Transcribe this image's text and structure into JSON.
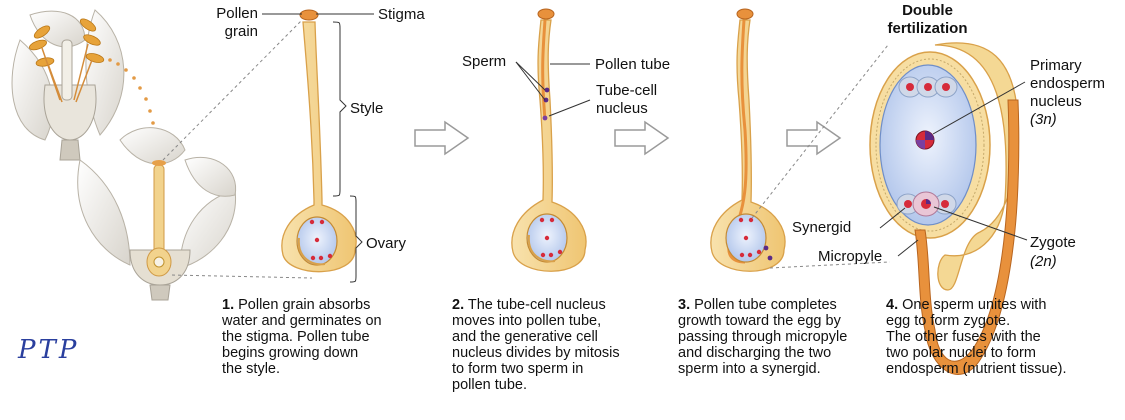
{
  "labels": {
    "pollen_grain": "Pollen\ngrain",
    "stigma": "Stigma",
    "style": "Style",
    "ovary": "Ovary",
    "sperm": "Sperm",
    "pollen_tube": "Pollen tube",
    "tube_cell_nucleus": "Tube-cell\nnucleus",
    "double_fertilization": "Double\nfertilization",
    "primary_endosperm_nucleus": "Primary\nendosperm\nnucleus",
    "primary_endosperm_ploidy": "(3n)",
    "synergid": "Synergid",
    "micropyle": "Micropyle",
    "zygote": "Zygote",
    "zygote_ploidy": "(2n)"
  },
  "steps": [
    {
      "num": "1.",
      "text": "Pollen grain absorbs\nwater and germinates on\nthe stigma. Pollen tube\nbegins growing down\nthe style."
    },
    {
      "num": "2.",
      "text": "The tube-cell nucleus\nmoves into pollen tube,\nand the generative cell\nnucleus divides by mitosis\nto form two sperm in\npollen tube."
    },
    {
      "num": "3.",
      "text": "Pollen tube completes\ngrowth toward the egg by\npassing through micropyle\nand discharging the two\nsperm into a synergid."
    },
    {
      "num": "4.",
      "text": "One sperm unites with\negg to form zygote.\nThe other fuses with the\ntwo polar nuclei to form\nendosperm (nutrient tissue)."
    }
  ],
  "signature": "PTP",
  "colors": {
    "pistil_fill": "#f6d99a",
    "pistil_stroke": "#d9a14a",
    "tube_orange": "#e8913c",
    "ovule_blue": "#c9d8f2",
    "nucleus_red": "#d62b3a",
    "sperm_purple": "#5b2a86",
    "arrow_gray": "#9a9a9a"
  }
}
